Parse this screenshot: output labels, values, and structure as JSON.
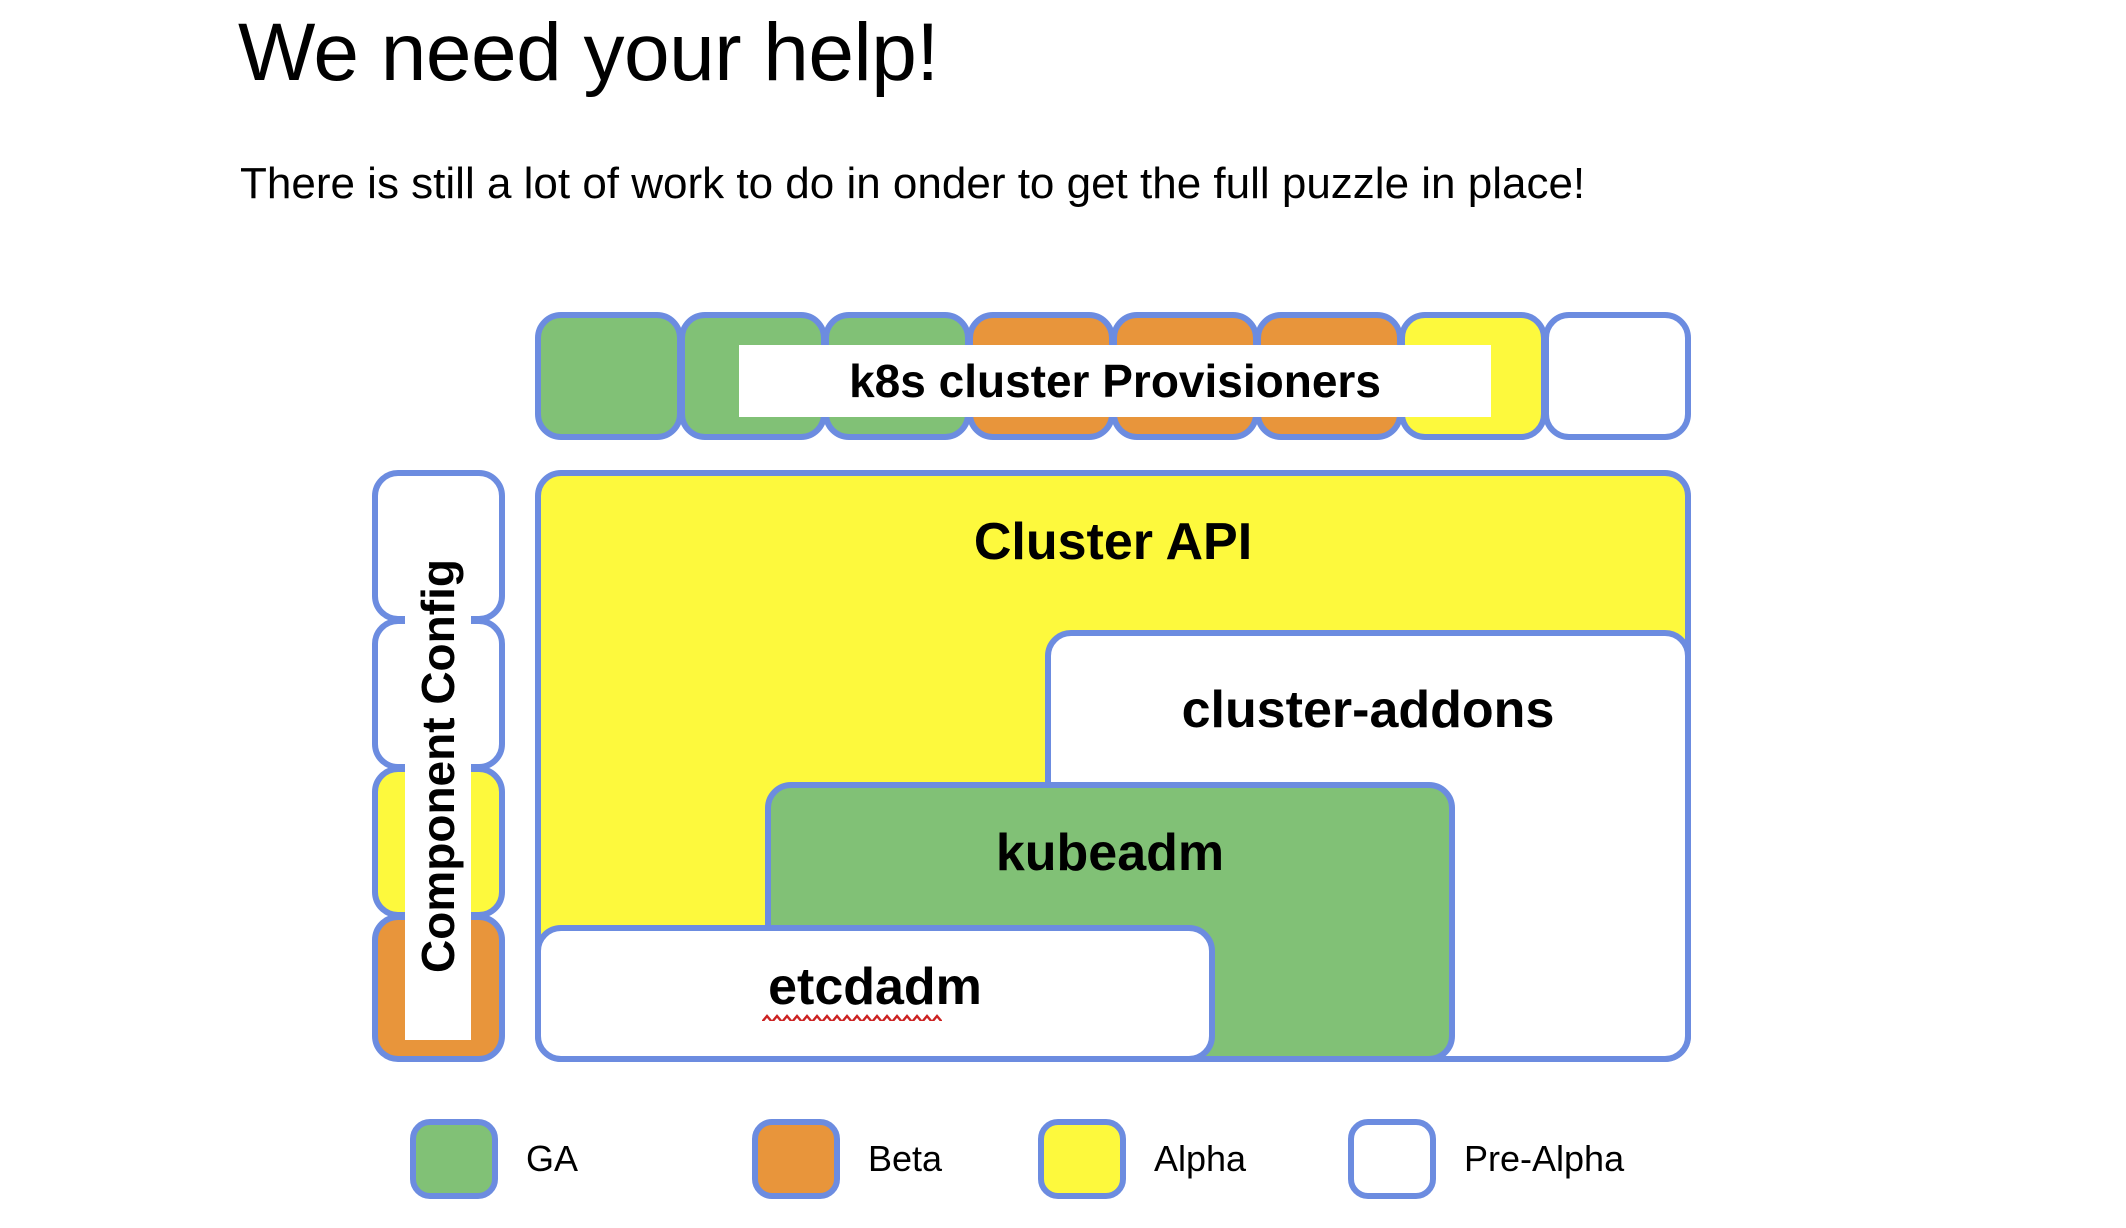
{
  "slide": {
    "title": "We need your help!",
    "subtitle": "There is still a lot of work to do in onder to get the full puzzle in place!"
  },
  "colors": {
    "ga": "#81C176",
    "beta": "#E8953B",
    "alpha": "#FDF93D",
    "pre_alpha": "#FFFFFF",
    "border": "#6C8CE0",
    "text": "#000000",
    "spellcheck": "#CC2222"
  },
  "diagram": {
    "provisioners_row": {
      "label": "k8s cluster Provisioners",
      "tiles": [
        {
          "status": "GA"
        },
        {
          "status": "GA"
        },
        {
          "status": "GA"
        },
        {
          "status": "Beta"
        },
        {
          "status": "Beta"
        },
        {
          "status": "Beta"
        },
        {
          "status": "Alpha"
        },
        {
          "status": "Pre-Alpha"
        }
      ]
    },
    "component_config": {
      "label": "Component Config",
      "tiles": [
        {
          "status": "Pre-Alpha"
        },
        {
          "status": "Pre-Alpha"
        },
        {
          "status": "Alpha"
        },
        {
          "status": "Beta"
        }
      ]
    },
    "blocks": [
      {
        "label": "Cluster API",
        "status": "Alpha"
      },
      {
        "label": "cluster-addons",
        "status": "Pre-Alpha"
      },
      {
        "label": "kubeadm",
        "status": "GA"
      },
      {
        "label": "etcdadm",
        "status": "Pre-Alpha",
        "spellcheck_flagged": true
      }
    ]
  },
  "legend": {
    "items": [
      {
        "label": "GA",
        "status": "GA"
      },
      {
        "label": "Beta",
        "status": "Beta"
      },
      {
        "label": "Alpha",
        "status": "Alpha"
      },
      {
        "label": "Pre-Alpha",
        "status": "Pre-Alpha"
      }
    ]
  }
}
